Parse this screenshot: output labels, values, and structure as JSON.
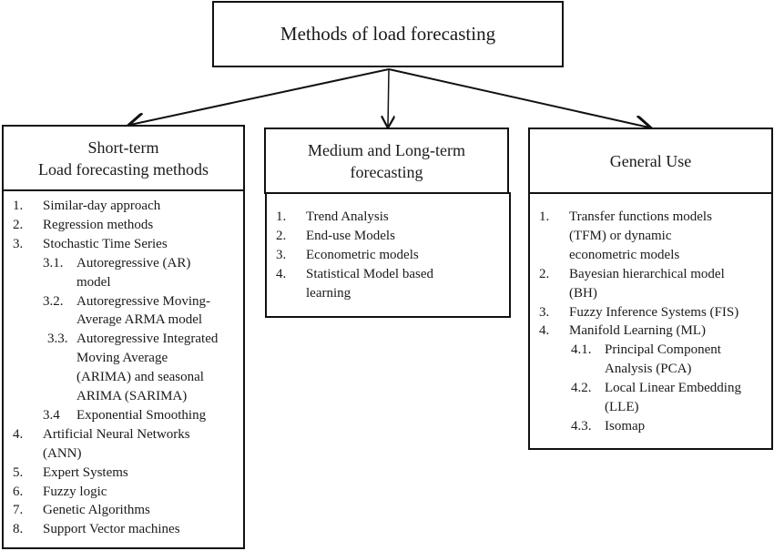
{
  "title": "Methods of load forecasting",
  "columns": [
    {
      "header_line1": "Short-term",
      "header_line2": "Load forecasting methods",
      "items": [
        {
          "num": "1.",
          "text": "Similar-day approach"
        },
        {
          "num": "2.",
          "text": "Regression methods"
        },
        {
          "num": "3.",
          "text": "Stochastic Time Series"
        },
        {
          "num": "3.1.",
          "text": "Autoregressive  (AR)"
        },
        {
          "num": "",
          "text": "model"
        },
        {
          "num": "3.2.",
          "text": "Autoregressive  Moving-"
        },
        {
          "num": "",
          "text": "Average ARMA model"
        },
        {
          "num": "3.3.",
          "text": "Autoregressive  Integrated"
        },
        {
          "num": "",
          "text": "Moving Average"
        },
        {
          "num": "",
          "text": "(ARIMA) and seasonal"
        },
        {
          "num": "",
          "text": "ARIMA (SARIMA)"
        },
        {
          "num": "3.4",
          "text": "Exponential  Smoothing"
        },
        {
          "num": "4.",
          "text": "Artificial Neural Networks"
        },
        {
          "num": "",
          "text": "(ANN)"
        },
        {
          "num": "5.",
          "text": "Expert Systems"
        },
        {
          "num": "6.",
          "text": "Fuzzy logic"
        },
        {
          "num": "7.",
          "text": "Genetic Algorithms"
        },
        {
          "num": "8.",
          "text": "Support Vector machines"
        }
      ]
    },
    {
      "header_line1": "Medium and Long-term",
      "header_line2": "forecasting",
      "items": [
        {
          "num": "1.",
          "text": "Trend Analysis"
        },
        {
          "num": "2.",
          "text": "End-use Models"
        },
        {
          "num": "3.",
          "text": "Econometric  models"
        },
        {
          "num": "4.",
          "text": "Statistical Model based"
        },
        {
          "num": "",
          "text": "learning"
        }
      ]
    },
    {
      "header_line1": "General Use",
      "items": [
        {
          "num": "1.",
          "text": "Transfer functions models"
        },
        {
          "num": "",
          "text": "(TFM) or dynamic"
        },
        {
          "num": "",
          "text": "econometric  models"
        },
        {
          "num": "2.",
          "text": "Bayesian  hierarchical  model"
        },
        {
          "num": "",
          "text": "(BH)"
        },
        {
          "num": "3.",
          "text": "Fuzzy Inference Systems (FIS)"
        },
        {
          "num": "4.",
          "text": "Manifold Learning (ML)"
        },
        {
          "num": "4.1.",
          "text": "Principal Component"
        },
        {
          "num": "",
          "text": "Analysis  (PCA)"
        },
        {
          "num": "4.2.",
          "text": "Local Linear Embedding"
        },
        {
          "num": "",
          "text": "(LLE)"
        },
        {
          "num": "4.3.",
          "text": "Isomap"
        }
      ]
    }
  ]
}
